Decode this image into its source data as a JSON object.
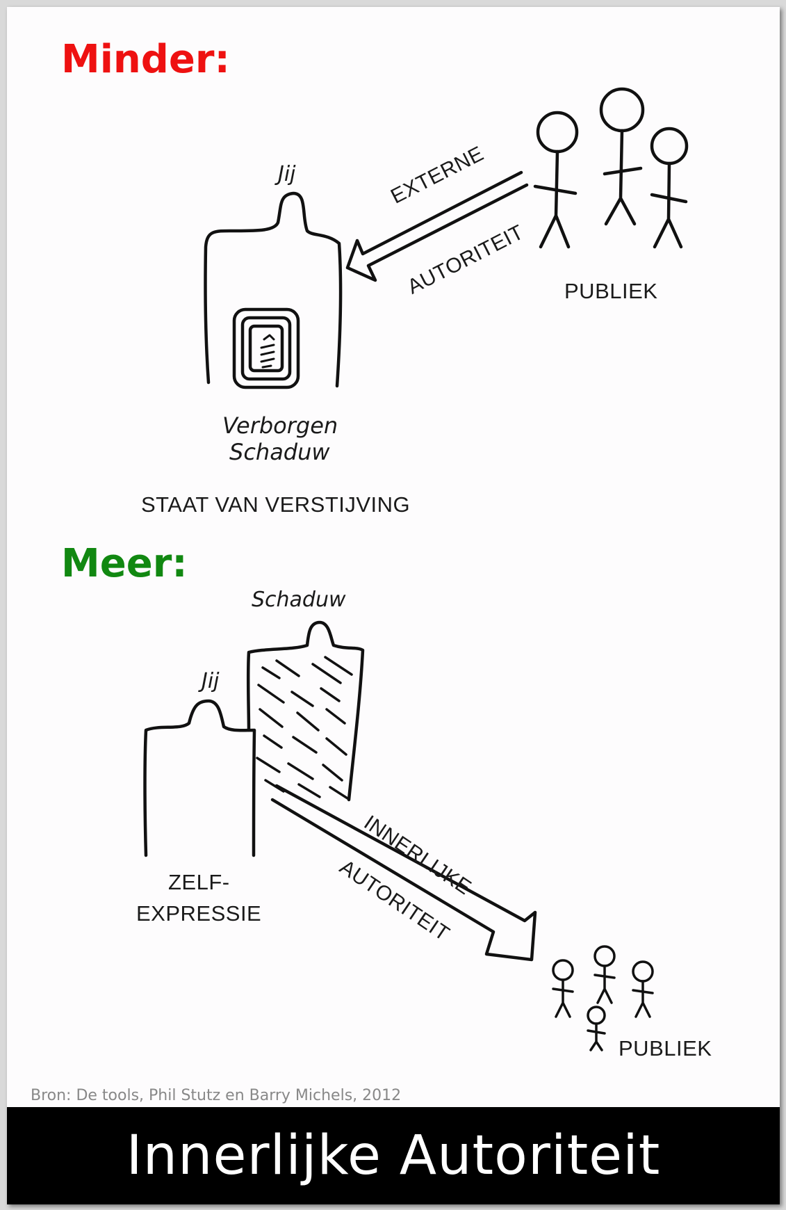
{
  "top": {
    "heading": "Minder:",
    "heading_color": "#ee1111",
    "you_label": "Jij",
    "arrow_line1": "EXTERNE",
    "arrow_line2": "AUTORITEIT",
    "audience_label": "PUBLIEK",
    "shadow_label_line1": "Verborgen",
    "shadow_label_line2": "Schaduw",
    "state_label": "STAAT VAN VERSTIJVING"
  },
  "bottom": {
    "heading": "Meer:",
    "heading_color": "#118811",
    "shadow_label": "Schaduw",
    "you_label": "Jij",
    "self_line1": "ZELF-",
    "self_line2": "EXPRESSIE",
    "arrow_line1": "INNERLIJKE",
    "arrow_line2": "AUTORITEIT",
    "audience_label": "PUBLIEK"
  },
  "source": "Bron: De tools, Phil Stutz en Barry Michels, 2012",
  "banner_title": "Innerlijke Autoriteit"
}
